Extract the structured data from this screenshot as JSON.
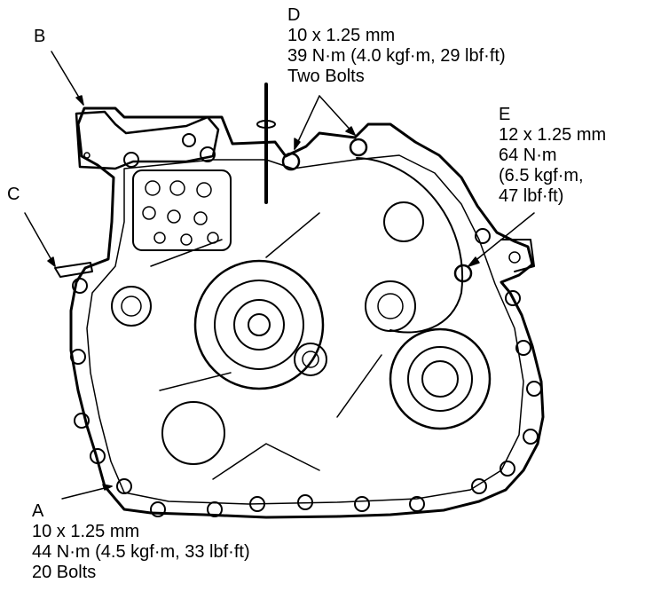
{
  "callouts": {
    "a": {
      "letter": "A",
      "size": "10 x 1.25 mm",
      "torque": "44 N·m (4.5 kgf·m, 33 lbf·ft)",
      "count": "20 Bolts"
    },
    "b": {
      "letter": "B"
    },
    "c": {
      "letter": "C"
    },
    "d": {
      "letter": "D",
      "size": "10 x 1.25 mm",
      "torque": "39 N·m (4.0 kgf·m, 29 lbf·ft)",
      "count": "Two Bolts"
    },
    "e": {
      "letter": "E",
      "size": "12 x 1.25 mm",
      "torque_line1": "64 N·m",
      "torque_line2": "(6.5 kgf·m,",
      "torque_line3": "47 lbf·ft)"
    }
  }
}
